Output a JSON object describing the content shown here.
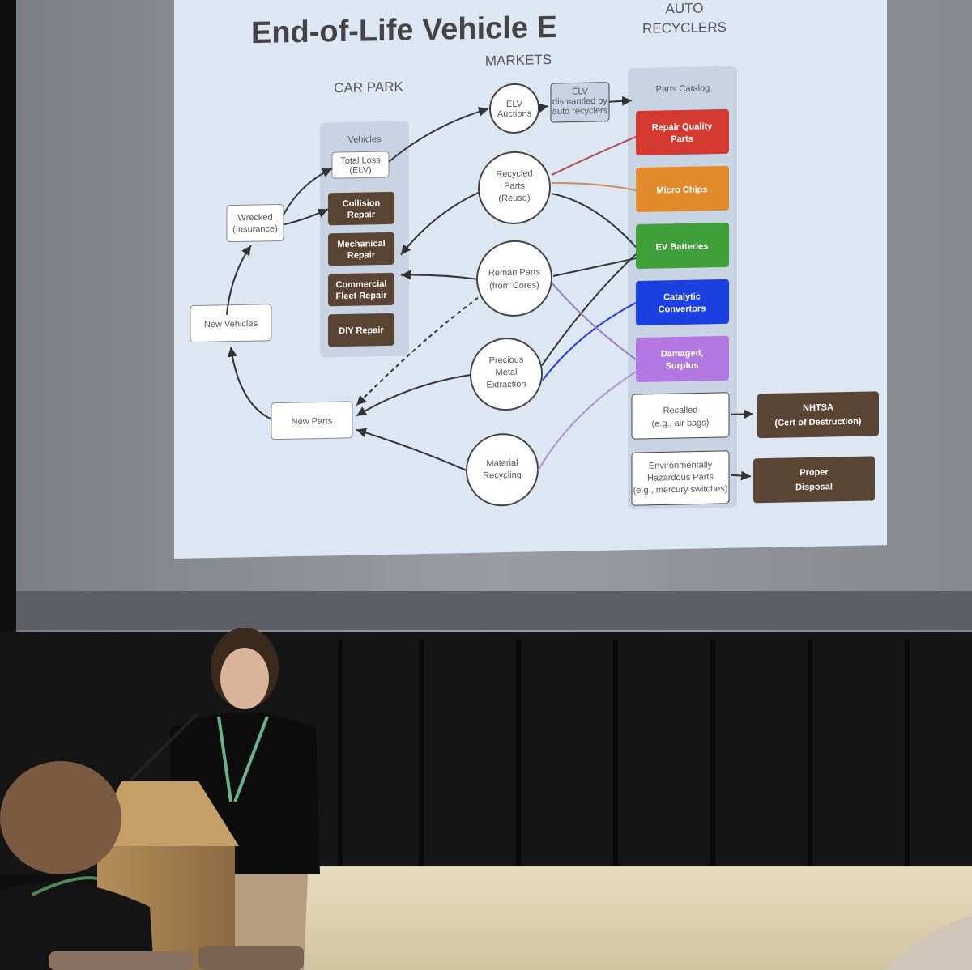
{
  "slide": {
    "title": "End-of-Life Vehicle E",
    "headings": {
      "car_park": "CAR PARK",
      "markets": "MARKETS",
      "auto_recyclers_line1": "AUTO",
      "auto_recyclers_line2": "RECYCLERS"
    },
    "car_park": {
      "vehicles_label": "Vehicles",
      "total_loss_line1": "Total Loss",
      "total_loss_line2": "(ELV)",
      "wrecked_line1": "Wrecked",
      "wrecked_line2": "(Insurance)",
      "new_vehicles": "New Vehicles",
      "new_parts": "New Parts",
      "repairs": [
        {
          "line1": "Collision",
          "line2": "Repair"
        },
        {
          "line1": "Mechanical",
          "line2": "Repair"
        },
        {
          "line1": "Commercial",
          "line2": "Fleet Repair"
        },
        {
          "line1": "DIY Repair",
          "line2": ""
        }
      ]
    },
    "markets": [
      {
        "line1": "ELV",
        "line2": "Auctions",
        "line3": ""
      },
      {
        "line1": "Recycled",
        "line2": "Parts",
        "line3": "(Reuse)"
      },
      {
        "line1": "Reman Parts",
        "line2": "(from Cores)",
        "line3": ""
      },
      {
        "line1": "Precious",
        "line2": "Metal",
        "line3": "Extraction"
      },
      {
        "line1": "Material",
        "line2": "Recycling",
        "line3": ""
      }
    ],
    "elv_note": {
      "line1": "ELV",
      "line2": "dismantled by",
      "line3": "auto recyclers"
    },
    "recyclers": {
      "catalog_label": "Parts Catalog",
      "items": [
        {
          "line1": "Repair Quality",
          "line2": "Parts",
          "color": "#d43a32"
        },
        {
          "line1": "Micro Chips",
          "line2": "",
          "color": "#e08a2c"
        },
        {
          "line1": "EV Batteries",
          "line2": "",
          "color": "#3fa03a"
        },
        {
          "line1": "Catalytic",
          "line2": "Convertors",
          "color": "#1b3fe0"
        },
        {
          "line1": "Damaged,",
          "line2": "Surplus",
          "color": "#b277e0"
        }
      ],
      "recalled": {
        "line1": "Recalled",
        "line2": "(e.g., air bags)"
      },
      "hazardous": {
        "line1": "Environmentally",
        "line2": "Hazardous Parts",
        "line3": "(e.g., mercury switches)"
      },
      "nhtsa": {
        "line1": "NHTSA",
        "line2": "(Cert of Destruction)"
      },
      "disposal": {
        "line1": "Proper",
        "line2": "Disposal"
      }
    },
    "colors": {
      "dark_box": "#5a4535",
      "slide_bg": "#dde6f3"
    }
  }
}
